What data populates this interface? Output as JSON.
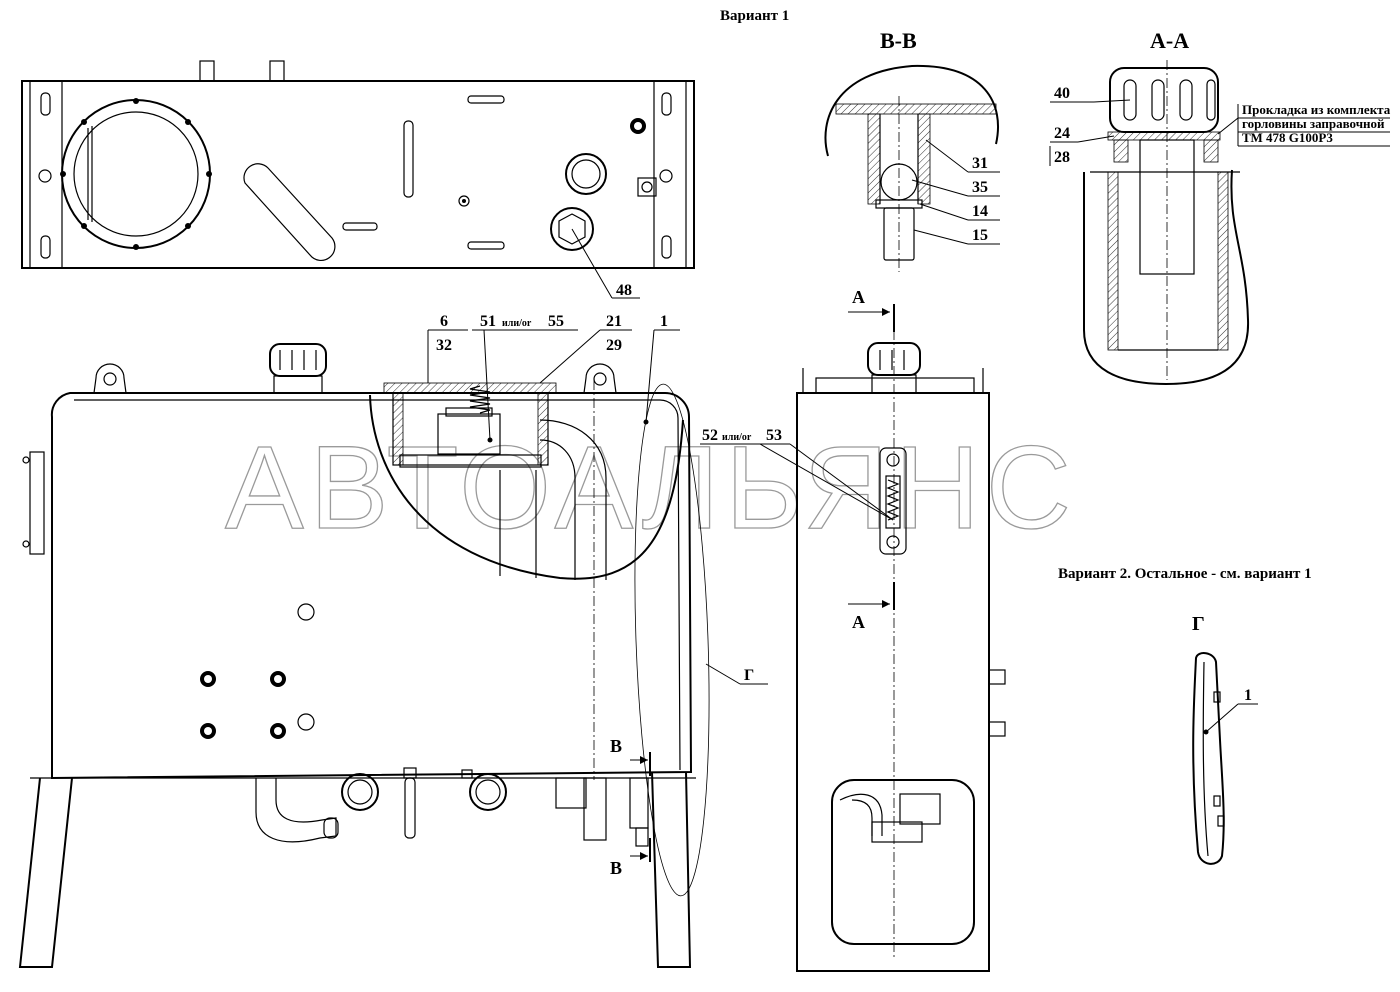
{
  "titles": {
    "variant1": "Вариант 1",
    "section_bb": "В-В",
    "section_aa": "А-А",
    "variant2": "Вариант 2. Остальное - см. вариант 1",
    "view_g": "Г"
  },
  "watermark": "АВТОАЛЬЯНС",
  "note": {
    "line1": "Прокладка из комплекта",
    "line2": "горловины заправочной",
    "line3": "ТМ 478 G100Р3"
  },
  "callouts": {
    "c48": "48",
    "c6": "6",
    "c32": "32",
    "c51": "51",
    "c55": "55",
    "or1": "или/or",
    "c21": "21",
    "c29": "29",
    "c1": "1",
    "c31": "31",
    "c35": "35",
    "c14": "14",
    "c15": "15",
    "c40": "40",
    "c24": "24",
    "c28": "28",
    "c52": "52",
    "c53": "53",
    "or2": "или/or",
    "g_label": "Г",
    "c1b": "1"
  },
  "section_marks": {
    "a_top": "А",
    "a_bottom": "А",
    "b_top": "В",
    "b_bottom": "В"
  }
}
